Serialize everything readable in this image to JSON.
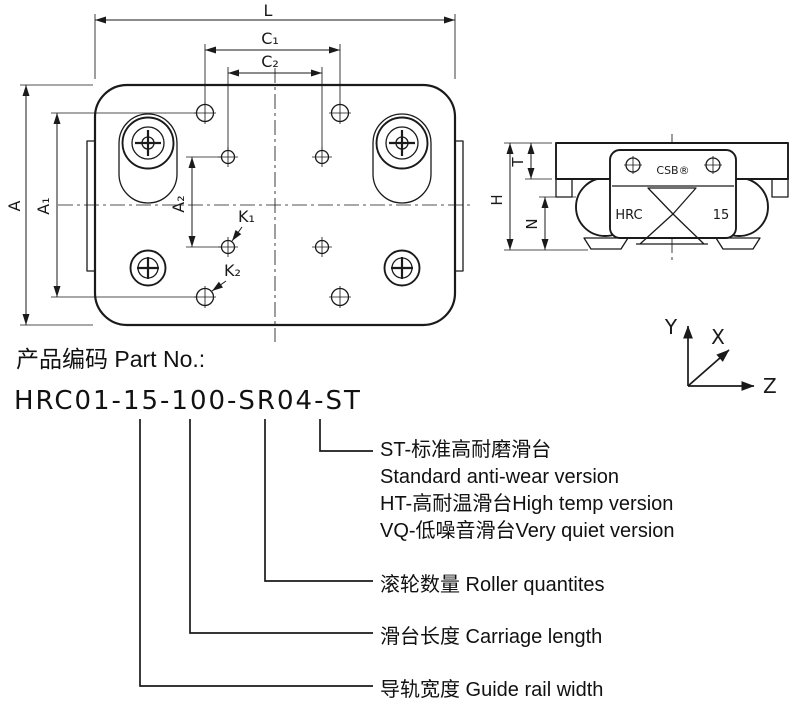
{
  "colors": {
    "ink": "#1a1a1a",
    "background": "#ffffff"
  },
  "top_view": {
    "dim_L": "L",
    "dim_C1": "C₁",
    "dim_C2": "C₂",
    "dim_A": "A",
    "dim_A1": "A₁",
    "dim_A2": "A₂",
    "dim_K1": "K₁",
    "dim_K2": "K₂"
  },
  "side_view": {
    "dim_H": "H",
    "dim_T": "T",
    "dim_N": "N",
    "brand": "CSB®",
    "carriage_series": "HRC",
    "rail_size": "15"
  },
  "axes": {
    "y": "Y",
    "x": "X",
    "z": "Z"
  },
  "part_no": {
    "heading": "产品编码 Part No.:",
    "code": "HRC01-15-100-SR04-ST",
    "version_lines": [
      "ST-标准高耐磨滑台",
      "Standard anti-wear version",
      "HT-高耐温滑台High temp version",
      "VQ-低噪音滑台Very quiet version"
    ],
    "roller_label": "滚轮数量 Roller quantites",
    "carriage_label": "滑台长度 Carriage length",
    "rail_label": "导轨宽度 Guide rail width"
  }
}
